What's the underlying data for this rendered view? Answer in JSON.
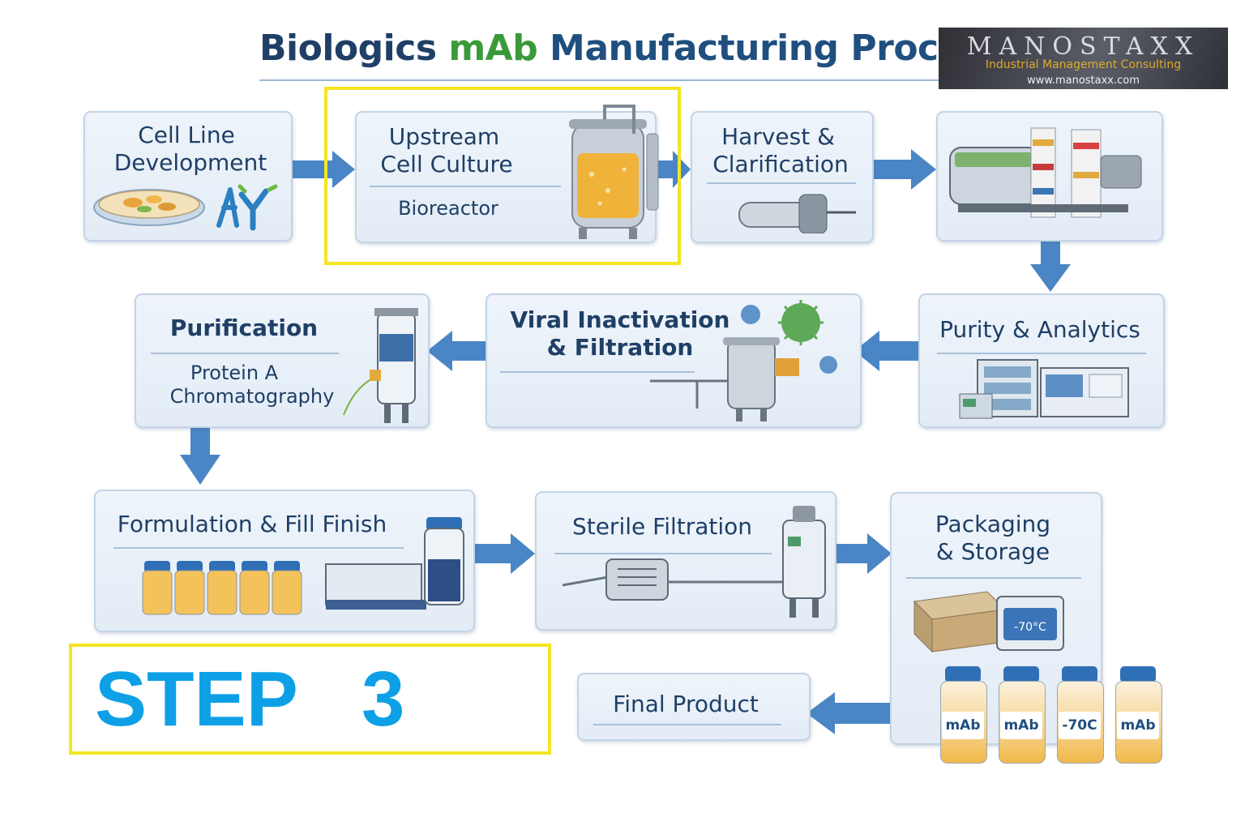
{
  "title": {
    "part1": "Biologics ",
    "part2": "mAb",
    "part3": " Manufacturing Process"
  },
  "logo": {
    "name": "MANOSTAXX",
    "tagline": "Industrial Management Consulting",
    "url": "www.manostaxx.com"
  },
  "steps": {
    "cell_line": {
      "line1": "Cell Line",
      "line2": "Development"
    },
    "upstream": {
      "line1": "Upstream",
      "line2": "Cell Culture",
      "sub": "Bioreactor"
    },
    "harvest": {
      "line1": "Harvest &",
      "line2": "Clarification"
    },
    "purity": {
      "label": "Purity & Analytics"
    },
    "viral": {
      "line1": "Viral Inactivation",
      "line2": "& Filtration"
    },
    "purification": {
      "label": "Purification",
      "sub1": "Protein A",
      "sub2": "Chromatography"
    },
    "formulation": {
      "label": "Formulation & Fill Finish"
    },
    "sterile": {
      "label": "Sterile Filtration"
    },
    "packaging": {
      "line1": "Packaging",
      "line2": "& Storage",
      "freezer_label": "-70°C"
    },
    "final": {
      "label": "Final Product"
    }
  },
  "vials": [
    "mAb",
    "mAb",
    "-70C",
    "mAb"
  ],
  "step_banner": "STEP   3",
  "colors": {
    "arrow": "#4a86c5",
    "highlight": "#f3e522",
    "step": "#0ea0e6",
    "title": "#1f3f66",
    "accent": "#3a9a3a"
  }
}
